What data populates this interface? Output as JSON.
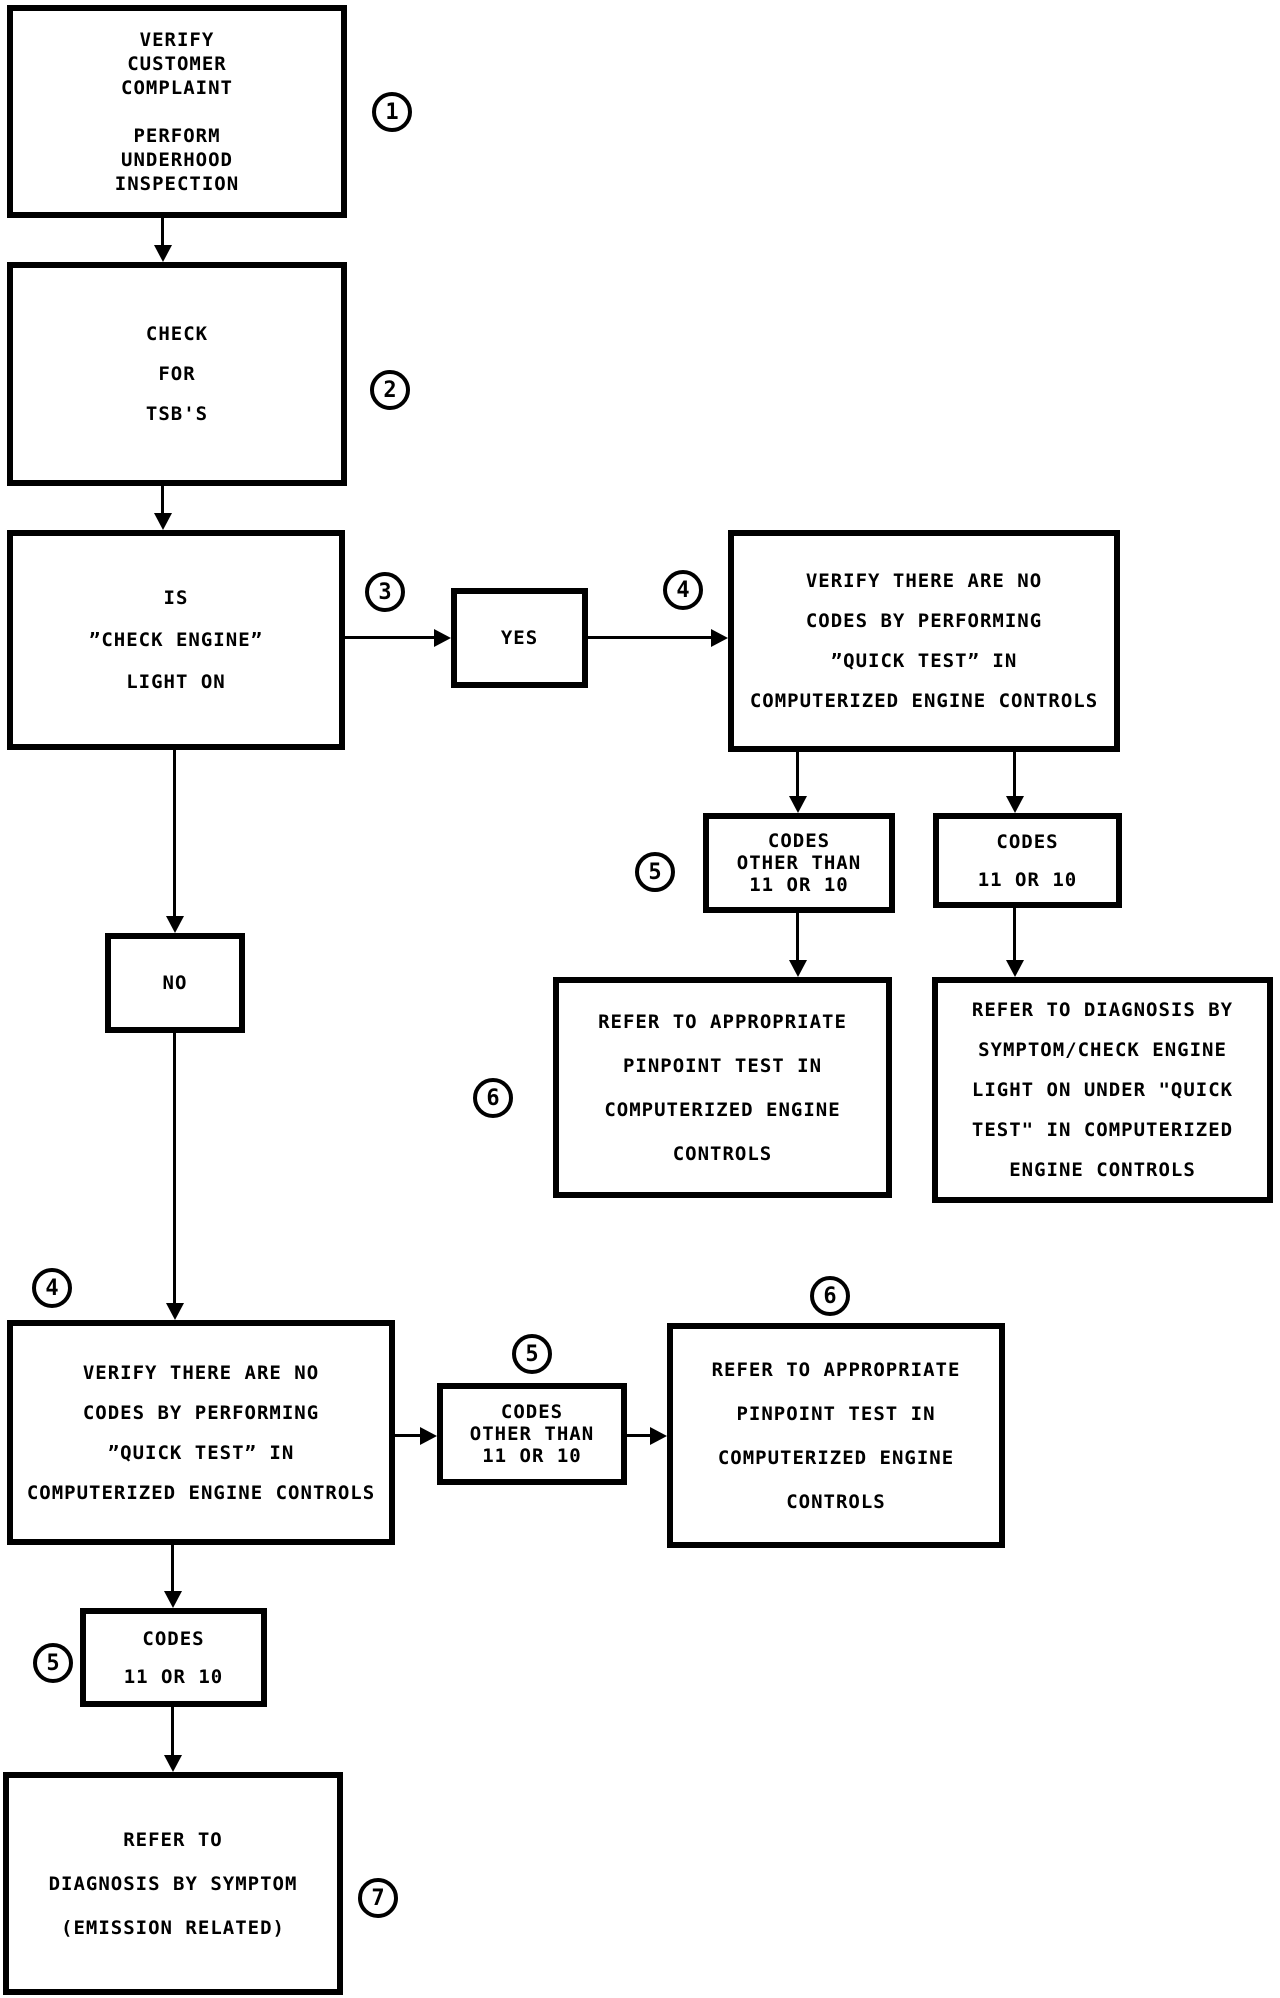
{
  "colors": {
    "ink": "#000000",
    "background": "#ffffff"
  },
  "nodes": {
    "verify_complaint": {
      "text": "VERIFY\nCUSTOMER\nCOMPLAINT\n\nPERFORM\nUNDERHOOD\nINSPECTION"
    },
    "check_tsbs": {
      "text": "CHECK\nFOR\nTSB'S"
    },
    "check_engine_light": {
      "text": "IS\n”CHECK ENGINE”\nLIGHT ON"
    },
    "yes": {
      "text": "YES"
    },
    "no": {
      "text": "NO"
    },
    "quick_test_top": {
      "text": "VERIFY THERE ARE NO\nCODES BY PERFORMING\n”QUICK TEST” IN\nCOMPUTERIZED ENGINE CONTROLS"
    },
    "codes_other_top": {
      "text": "CODES\nOTHER THAN\n11 OR 10"
    },
    "codes_11_10_top": {
      "text": "CODES\n11 OR 10"
    },
    "refer_pinpoint_top": {
      "text": "REFER TO APPROPRIATE\nPINPOINT TEST IN\nCOMPUTERIZED ENGINE\nCONTROLS"
    },
    "refer_diagnosis_check_engine": {
      "text": "REFER TO DIAGNOSIS BY\nSYMPTOM/CHECK ENGINE\nLIGHT ON UNDER \"QUICK\nTEST\" IN COMPUTERIZED\nENGINE CONTROLS"
    },
    "quick_test_bottom": {
      "text": "VERIFY THERE ARE NO\nCODES BY PERFORMING\n”QUICK TEST” IN\nCOMPUTERIZED ENGINE CONTROLS"
    },
    "codes_other_mid": {
      "text": "CODES\nOTHER THAN\n11 OR 10"
    },
    "refer_pinpoint_bottom": {
      "text": "REFER TO APPROPRIATE\nPINPOINT TEST IN\nCOMPUTERIZED ENGINE\nCONTROLS"
    },
    "codes_11_10_bottom": {
      "text": "CODES\n11 OR 10"
    },
    "refer_diagnosis_emission": {
      "text": "REFER TO\nDIAGNOSIS BY SYMPTOM\n(EMISSION RELATED)"
    }
  },
  "badges": {
    "step1": "1",
    "step2": "2",
    "step3": "3",
    "step4_top": "4",
    "step4_bottom": "4",
    "step5_top": "5",
    "step5_mid": "5",
    "step5_bottom": "5",
    "step6_top": "6",
    "step6_bottom": "6",
    "step7": "7"
  }
}
